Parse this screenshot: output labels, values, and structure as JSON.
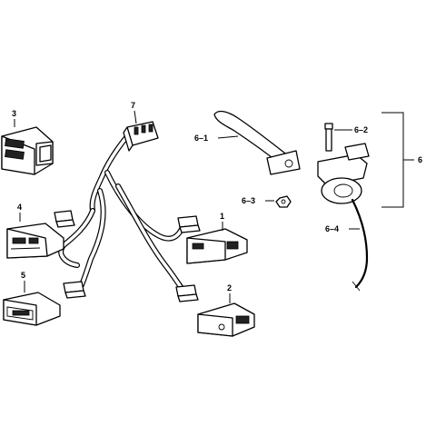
{
  "diagram": {
    "callouts": {
      "p1": "1",
      "p2": "2",
      "p3": "3",
      "p4": "4",
      "p5": "5",
      "p6": "6",
      "p6_1": "6–1",
      "p6_2": "6–2",
      "p6_3": "6–3",
      "p6_4": "6–4",
      "p7": "7"
    }
  }
}
